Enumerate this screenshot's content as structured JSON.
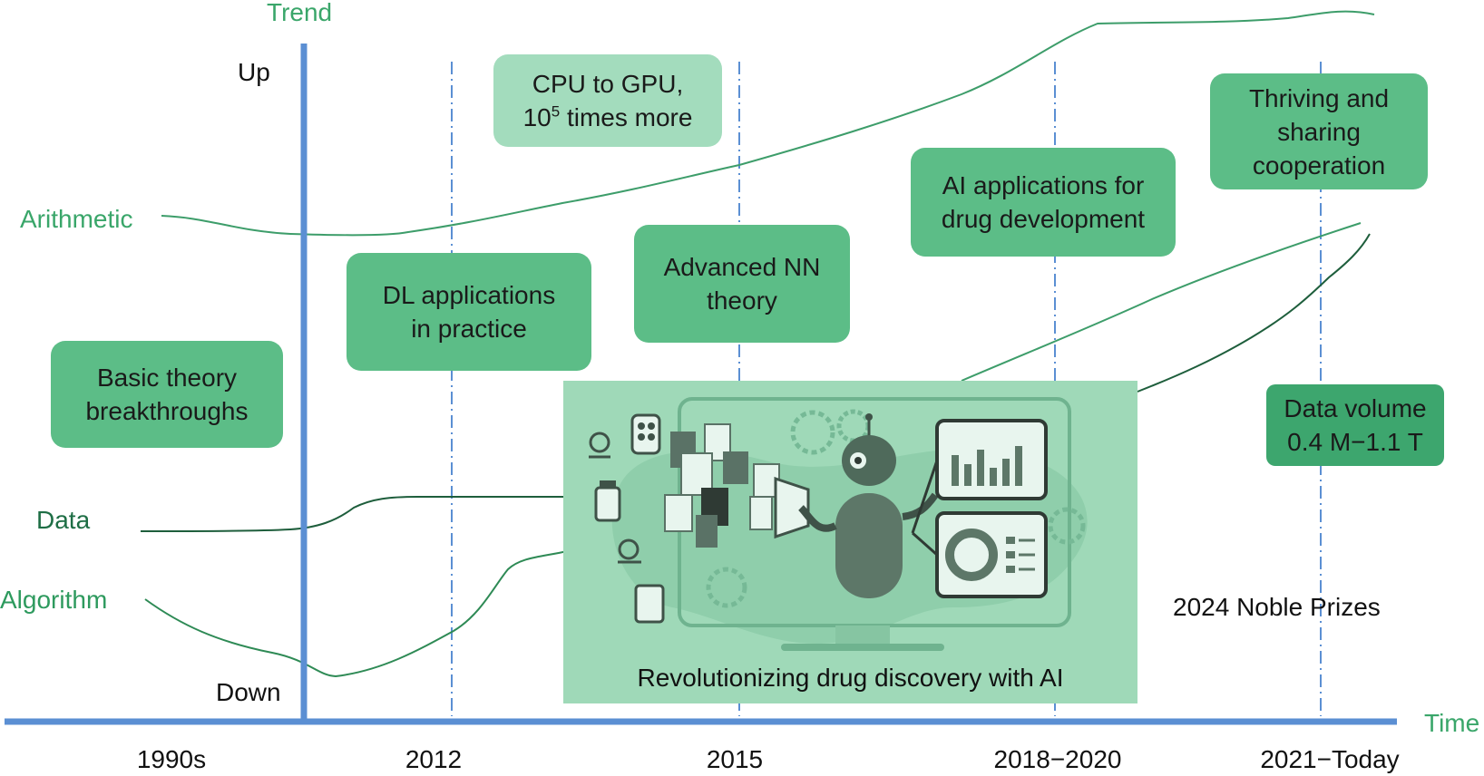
{
  "axes": {
    "y_title": "Trend",
    "x_title": "Time",
    "y_top": "Up",
    "y_bottom": "Down"
  },
  "eras": [
    "1990s",
    "2012",
    "2015",
    "2018−2020",
    "2021−Today"
  ],
  "series": {
    "arithmetic": "Arithmetic",
    "data": "Data",
    "algorithm": "Algorithm"
  },
  "boxes": {
    "basic": [
      "Basic theory",
      "breakthroughs"
    ],
    "dl": [
      "DL applications",
      "in practice"
    ],
    "cpu_line1": "CPU to GPU,",
    "cpu_line2_base": "10",
    "cpu_line2_sup": "5",
    "cpu_line2_rest": " times more",
    "nn": [
      "Advanced NN",
      "theory"
    ],
    "ai": [
      "AI applications for",
      "drug development"
    ],
    "thriving": [
      "Thriving and",
      "sharing",
      "cooperation"
    ],
    "datavol": [
      "Data volume",
      "0.4 M−1.1 T"
    ]
  },
  "annotations": {
    "prizes": "2024 Noble Prizes",
    "panel_caption": "Revolutionizing drug discovery with AI"
  },
  "colors": {
    "axis_blue": "#5b8fd3",
    "arithmetic_line": "#3d9d6a",
    "data_line": "#1e5e3c",
    "algorithm_line": "#2e8a55",
    "box_light": "#a3dcbd",
    "box_mid": "#5cbd87",
    "box_dark": "#3da66e",
    "panel_bg": "#9fd9b8"
  }
}
